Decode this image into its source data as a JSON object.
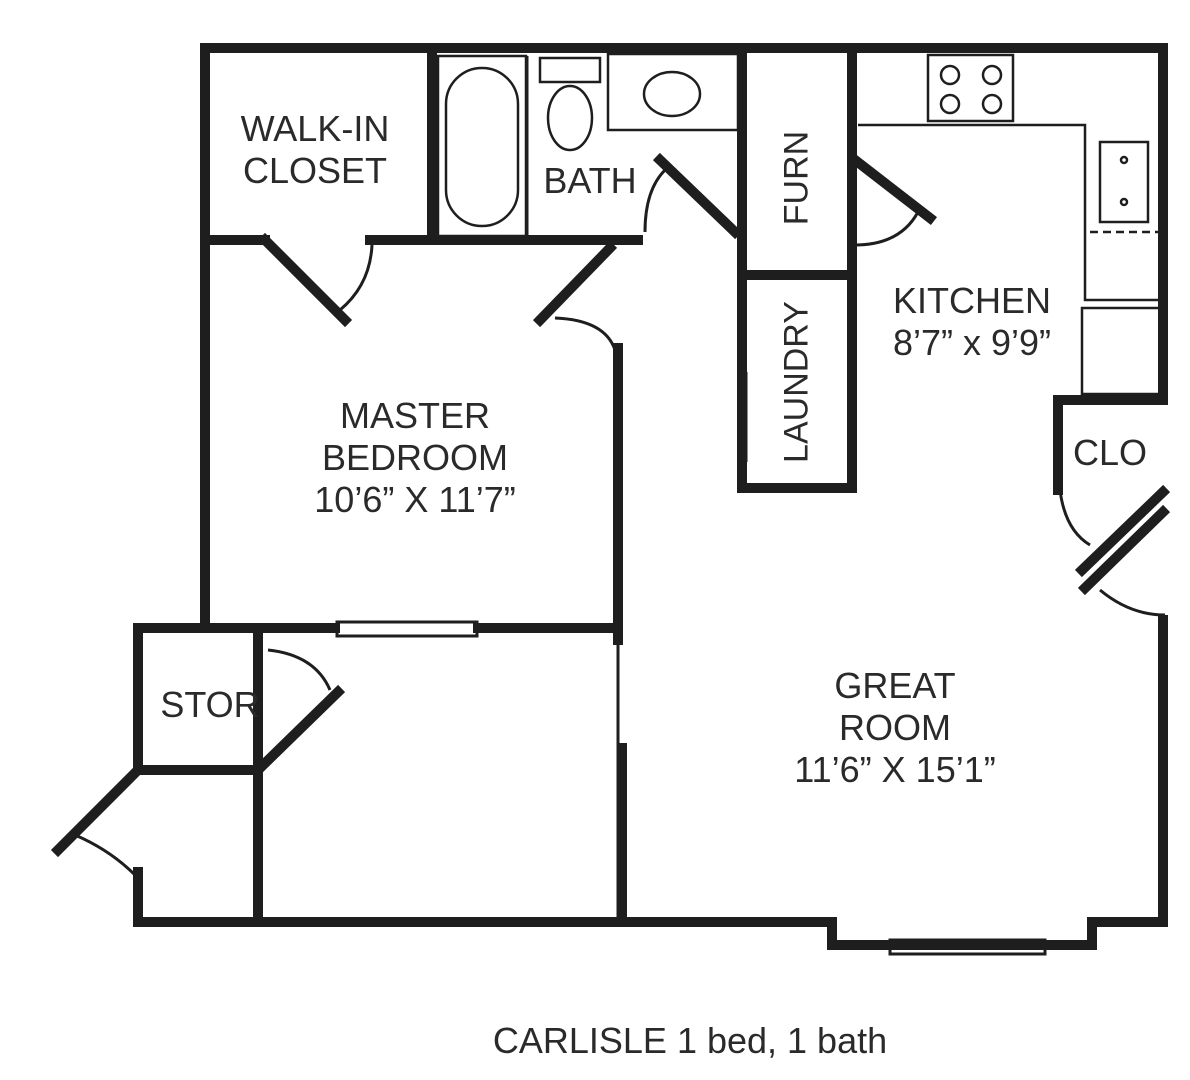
{
  "rooms": {
    "walk_in_closet": {
      "line1": "WALK-IN",
      "line2": "CLOSET"
    },
    "bath": {
      "name": "BATH"
    },
    "furn": {
      "name": "FURN"
    },
    "laundry": {
      "name": "LAUNDRY"
    },
    "kitchen": {
      "name": "KITCHEN",
      "size": "8’7” x 9’9”"
    },
    "clo": {
      "name": "CLO"
    },
    "master_bedroom": {
      "line1": "MASTER",
      "line2": "BEDROOM",
      "size": "10’6” X 11’7”"
    },
    "stor": {
      "name": "STOR"
    },
    "great_room": {
      "line1": "GREAT",
      "line2": "ROOM",
      "size": "11’6” X 15’1”"
    }
  },
  "caption": "CARLISLE 1 bed, 1 bath"
}
